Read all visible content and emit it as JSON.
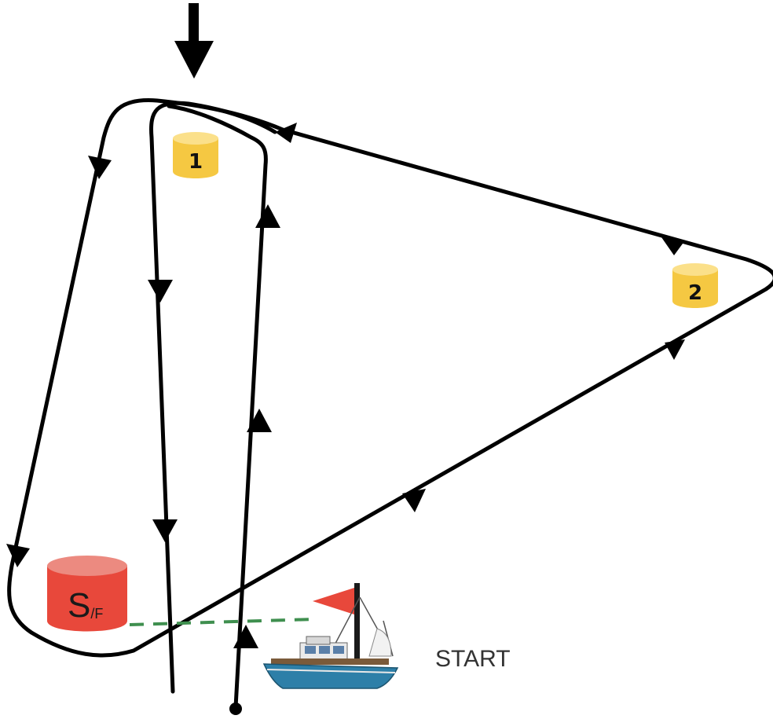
{
  "buoys": {
    "mark1": {
      "label": "1",
      "color": "#f5c842"
    },
    "mark2": {
      "label": "2",
      "color": "#f5c842"
    },
    "start_finish": {
      "label_main": "S",
      "label_sub": "/F",
      "color": "#e8483b"
    }
  },
  "start_label": "START",
  "start_line_color": "#3f8f4f",
  "flag_color": "#e8483b",
  "icons": [
    "wind-arrow-icon",
    "boat-icon",
    "flag-icon"
  ]
}
